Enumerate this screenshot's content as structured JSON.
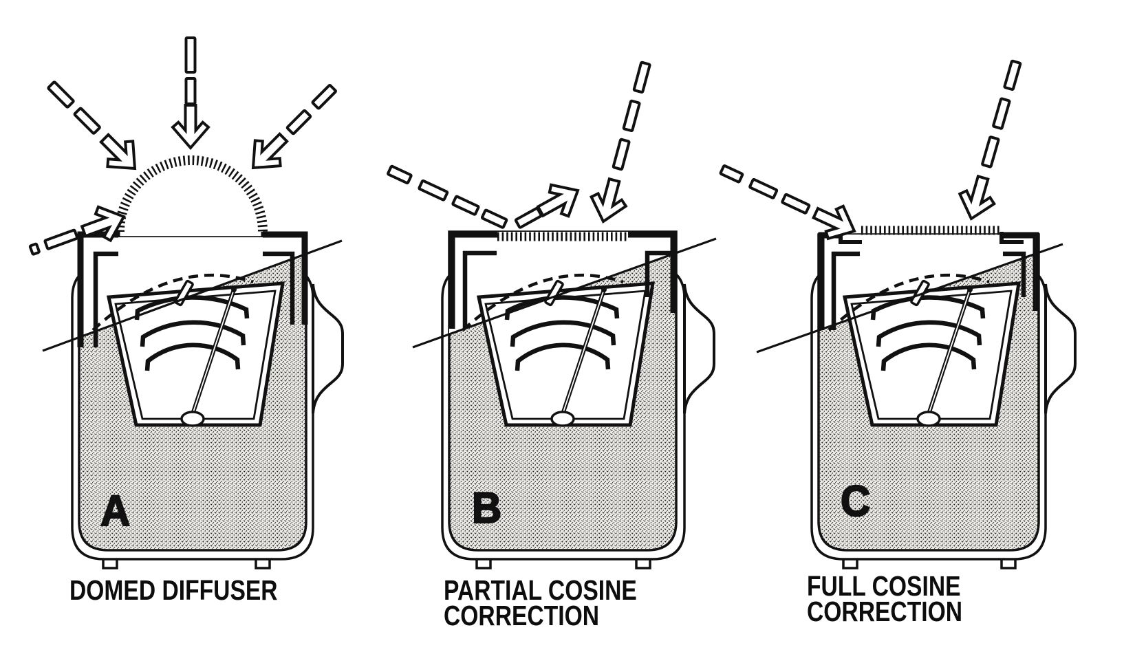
{
  "figure_title": "",
  "colors": {
    "background": "#ffffff",
    "ink": "#111111",
    "halftone_base": "#efedea"
  },
  "panels": [
    {
      "letter": "A",
      "caption": "DOMED DIFFUSER",
      "diffuser_icon": "domed-diffuser-icon",
      "ray_count": 4
    },
    {
      "letter": "B",
      "caption": "PARTIAL COSINE\nCORRECTION",
      "diffuser_icon": "flat-recessed-diffuser-icon",
      "ray_count": 2
    },
    {
      "letter": "C",
      "caption": "FULL COSINE\nCORRECTION",
      "diffuser_icon": "flat-flush-diffuser-icon",
      "ray_count": 2
    }
  ]
}
